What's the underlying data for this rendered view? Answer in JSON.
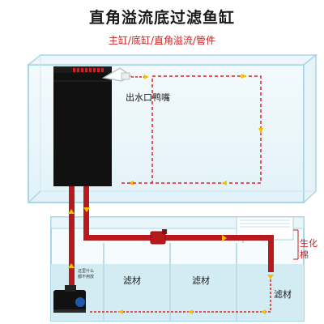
{
  "header": {
    "title": "直角溢流底过滤鱼缸",
    "subtitle": "主缸/底缸/直角溢流/管件"
  },
  "labels": {
    "outlet": "出水口鸭嘴",
    "media_1": "滤材",
    "media_2": "滤材",
    "media_3": "滤材",
    "foam": [
      "生化",
      "棉"
    ],
    "pump_note": [
      "这里什么",
      "都不用放"
    ]
  },
  "colors": {
    "pipe": "#b8191d",
    "flow": "#e32020",
    "arrow": "#f2c200",
    "glass": "#bfe3f0",
    "water": "#d3ecf4",
    "box": "#111111"
  }
}
